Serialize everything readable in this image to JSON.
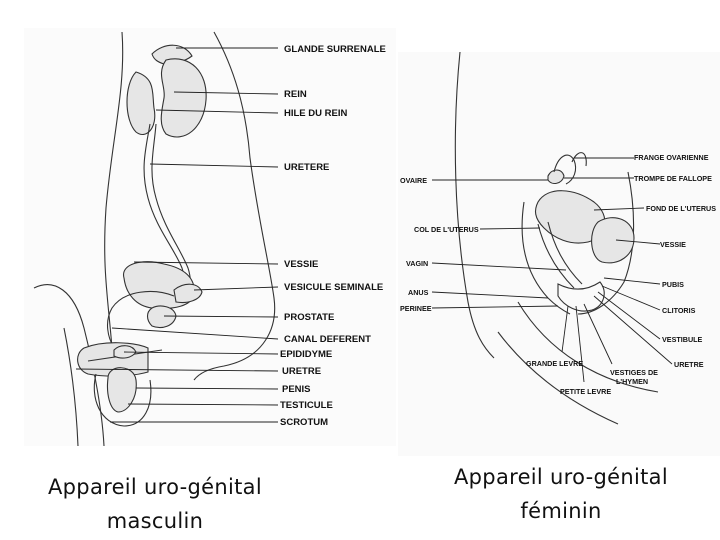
{
  "male": {
    "labels": {
      "glande_surrenale": "GLANDE SURRENALE",
      "rein": "REIN",
      "hile_du_rein": "HILE DU REIN",
      "uretere": "URETERE",
      "vessie": "VESSIE",
      "vesicule_seminale": "VESICULE SEMINALE",
      "prostate": "PROSTATE",
      "canal_deferent": "CANAL DEFERENT",
      "epididyme": "EPIDIDYME",
      "uretre": "URETRE",
      "penis": "PENIS",
      "testicule": "TESTICULE",
      "scrotum": "SCROTUM"
    },
    "caption_line1": "Appareil uro-génital",
    "caption_line2": "masculin"
  },
  "female": {
    "labels": {
      "frange_ovarienne": "FRANGE OVARIENNE",
      "trompe_de_fallope": "TROMPE DE FALLOPE",
      "fond_de_luterus": "FOND DE L'UTERUS",
      "vessie": "VESSIE",
      "ovaire": "OVAIRE",
      "col_de_luterus": "COL DE L'UTERUS",
      "vagin": "VAGIN",
      "anus": "ANUS",
      "perinee": "PERINEE",
      "pubis": "PUBIS",
      "clitoris": "CLITORIS",
      "vestibule": "VESTIBULE",
      "uretre": "URETRE",
      "grande_levre": "GRANDE LEVRE",
      "vestiges_line1": "VESTIGES DE",
      "vestiges_line2": "L'HYMEN",
      "petite_levre": "PETITE LEVRE"
    },
    "caption_line1": "Appareil uro-génital",
    "caption_line2": "féminin"
  }
}
